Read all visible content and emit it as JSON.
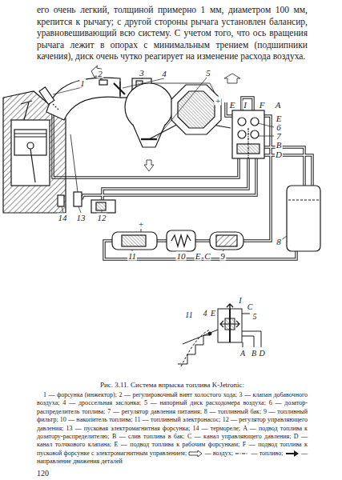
{
  "diagram": {
    "caption": "Рис. 3.11. Система впрыска топлива K-Jetronic:",
    "labels": [
      "его очень легкий, толщиной примерно 1 мм, диаметром 100 мм, крепится к рычагу; с другой стороны рычага установлен балансир, уравновешивающий всю систему. С учетом того, что ось вращения рычага лежит в опорах с минимальным трением (подшипники качения), диск очень чутко реагирует на изменение расхода воздуха.",
      "1",
      "2",
      "3",
      "4",
      "5",
      "+",
      "E",
      "I",
      "F",
      "A",
      "E",
      "6",
      "7",
      "B",
      "D",
      "14",
      "13",
      "12",
      "+",
      "11",
      "10",
      "E",
      "C",
      "9",
      "8",
      "I",
      "11",
      "4",
      "E",
      "C",
      "5",
      "A",
      "B",
      "D",
      "1 — форсунка (инжектор); 2 — регулировочный винт холостого хода; 3 — клапан добавочного воздуха; 4 — дроссельная заслонка; 5 — напорный диск расходомера воздуха; 6 — дозатор-распределитель топлива; 7 — регулятор давления питания; 8 — топливный бак; 9 — топливный фильтр; 10 — накопитель топлива; 11 — топливный электронасос; 12 — регулятор управляющего давления; 13 — пусковая электромагнитная форсунка; 14 — термореле; A — подвод топлива к дозатору-распределителю; B — слив топлива в бак; C — канал управляющего давления; D — канал толчкового клапана; E — подвод топлива к рабочим форсункам; F — подвод топлива к пусковой форсунке с электромагнитным управлением;",
      "120"
    ],
    "legend": [
      {
        "text": "— воздух;"
      },
      {
        "text": "— топливо;"
      },
      {
        "text": "— направление движения деталей"
      }
    ]
  }
}
